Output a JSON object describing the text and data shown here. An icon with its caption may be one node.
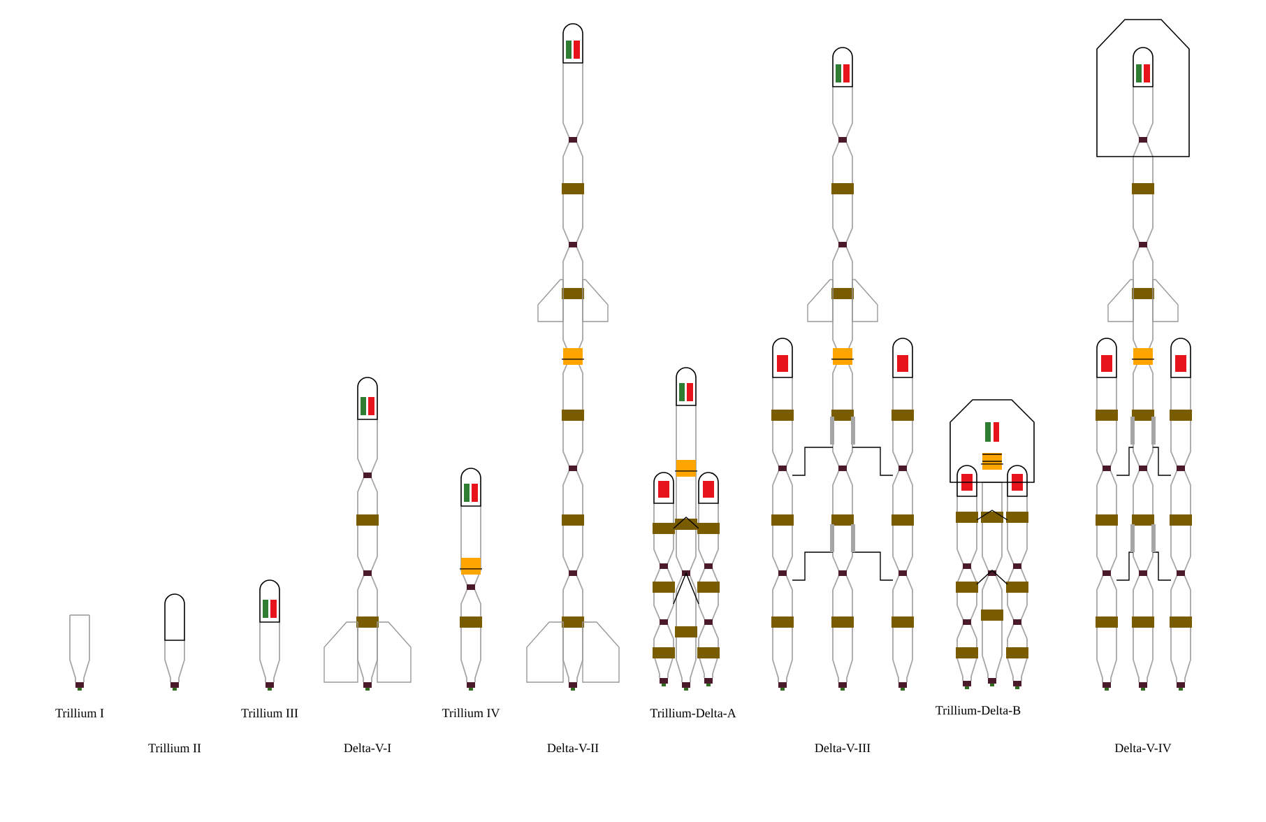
{
  "diagram": {
    "labels": [
      "Trillium I",
      "Trillium II",
      "Trillium III",
      "Delta-V-I",
      "Trillium IV",
      "Delta-V-II",
      "Trillium-Delta-A",
      "Delta-V-III",
      "Trillium-Delta-B",
      "Delta-V-IV"
    ]
  }
}
